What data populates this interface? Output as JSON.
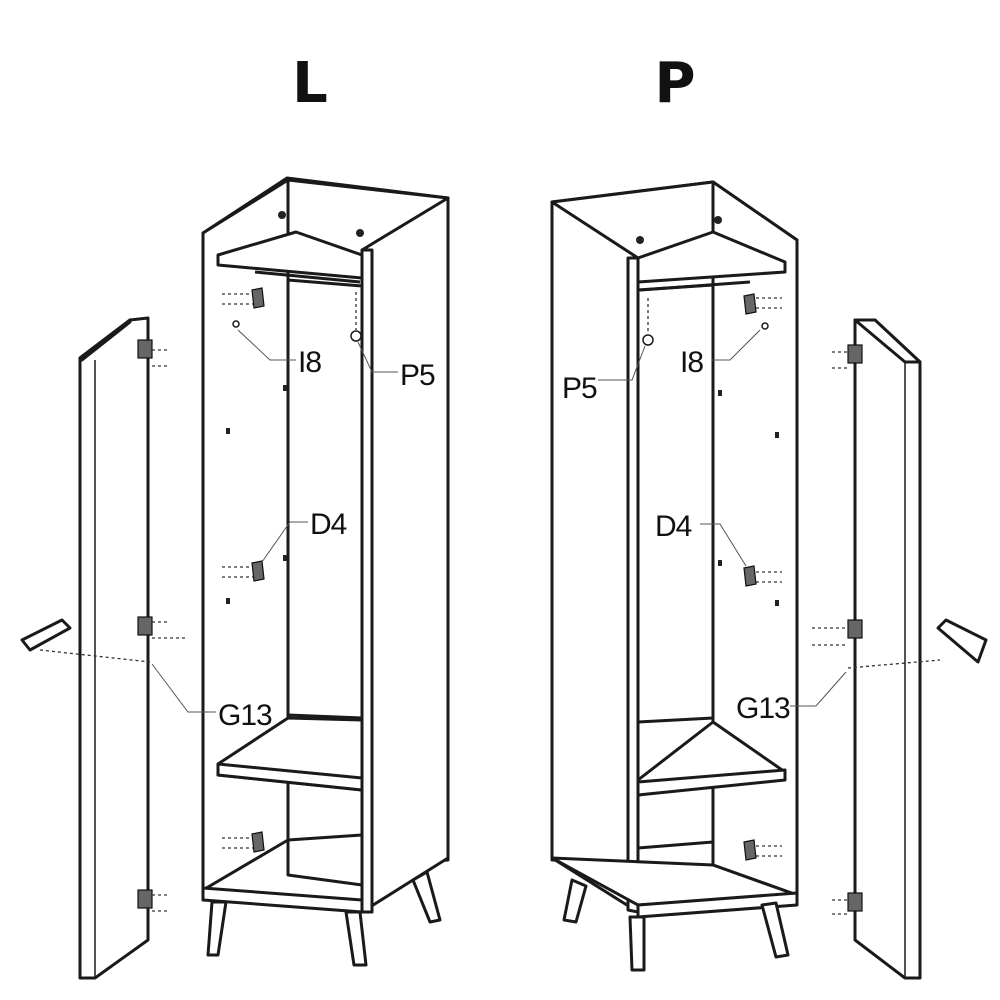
{
  "variants": [
    {
      "id": "left",
      "title": "L",
      "labels": {
        "shelf_pin": "I8",
        "hanger": "P5",
        "hinge_plate": "D4",
        "handle": "G13"
      }
    },
    {
      "id": "right",
      "title": "P",
      "labels": {
        "shelf_pin": "I8",
        "hanger": "P5",
        "hinge_plate": "D4",
        "handle": "G13"
      }
    }
  ]
}
